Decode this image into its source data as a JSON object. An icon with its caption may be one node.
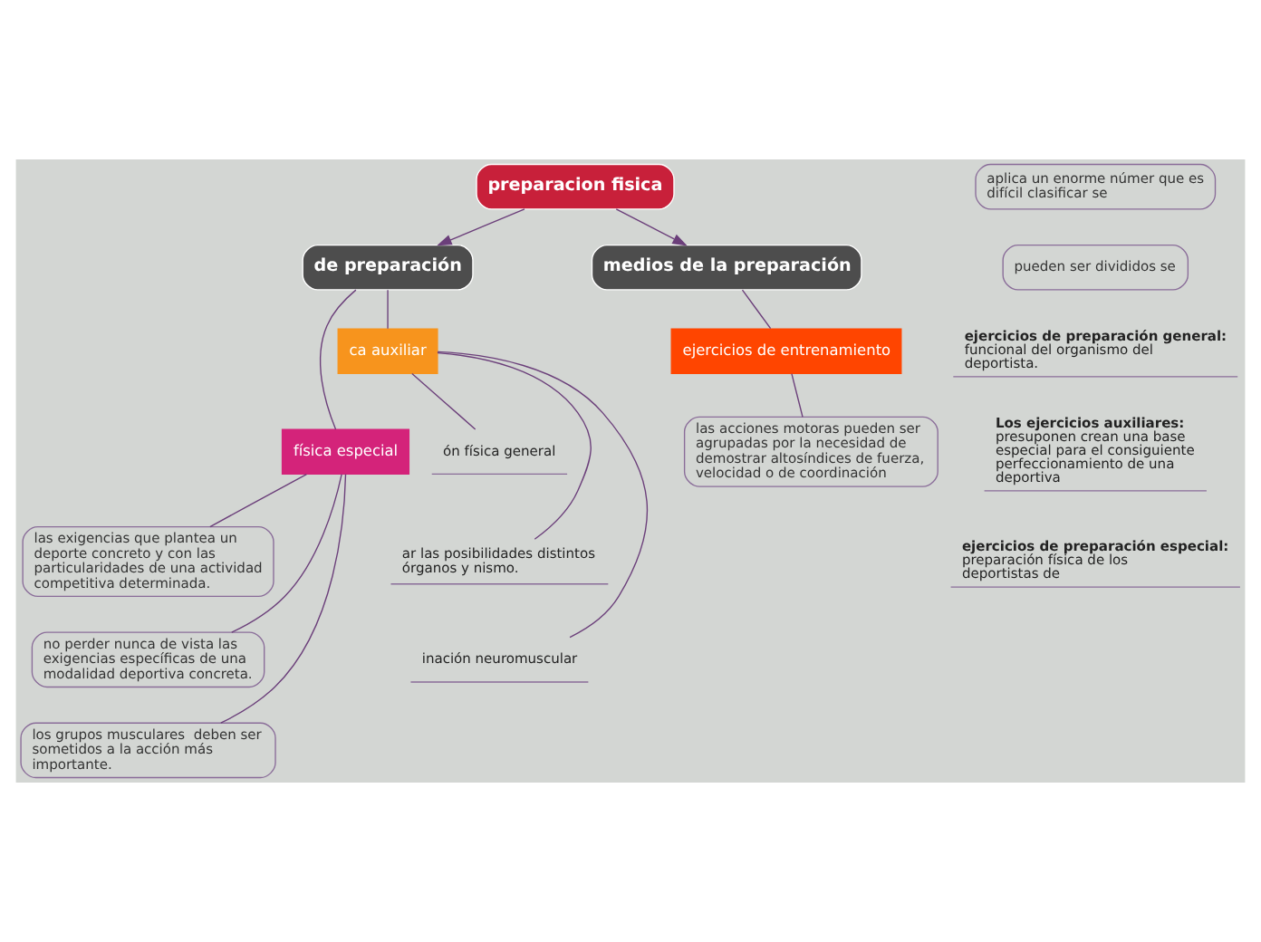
{
  "diagram": {
    "nodes": [
      {
        "text": [
          "preparacion fisica"
        ]
      },
      {
        "text": [
          "de preparación"
        ]
      },
      {
        "text": [
          "medios de la preparación"
        ]
      },
      {
        "text": [
          "ca auxiliar"
        ]
      },
      {
        "text": [
          "física especial"
        ]
      },
      {
        "text": [
          "ón física general"
        ]
      },
      {
        "text": [
          "ar las posibilidades distintos órganos y nismo."
        ]
      },
      {
        "text": [
          "inación neuromuscular"
        ]
      },
      {
        "text": [
          "las exigencias que plantea un deporte concreto y con las particularidades de una actividad competitiva determinada."
        ]
      },
      {
        "text": [
          "no perder nunca de vista las exigencias específicas de una modalidad deportiva concreta."
        ]
      },
      {
        "text": [
          "los grupos musculares  deben ser sometidos a la acción más importante."
        ]
      },
      {
        "text": [
          "ejercicios de entrenamiento"
        ]
      },
      {
        "text": [
          "las acciones motoras pueden ser agrupadas por la necesidad de demostrar altosíndices de fuerza, velocidad o de coordinación"
        ]
      },
      {
        "text": [
          "aplica un enorme númer que es difícil clasificar se"
        ]
      },
      {
        "text": [
          "pueden ser divididos se"
        ]
      },
      {
        "text": [
          "**ejercicios de preparación general:** funcional del organismo del deportista."
        ]
      },
      {
        "text": [
          "**Los ejercicios auxiliares:** presuponen crean una base especial para el consiguiente perfeccionamiento de una deportiva"
        ]
      },
      {
        "text": [
          "**ejercicios de preparación especial:** preparación física de los deportistas de"
        ]
      }
    ],
    "edges": [
      {
        "from": 0,
        "to": 1,
        "arrow": "to"
      },
      {
        "from": 0,
        "to": 2,
        "arrow": "to"
      },
      {
        "from": 1,
        "to": 3,
        "arrow": "none"
      },
      {
        "from": 1,
        "to": 4,
        "arrow": "none"
      },
      {
        "from": 3,
        "to": 5,
        "arrow": "none"
      },
      {
        "from": 3,
        "to": 6,
        "arrow": "none"
      },
      {
        "from": 3,
        "to": 7,
        "arrow": "none"
      },
      {
        "from": 4,
        "to": 8,
        "arrow": "none"
      },
      {
        "from": 4,
        "to": 9,
        "arrow": "none"
      },
      {
        "from": 4,
        "to": 10,
        "arrow": "none"
      },
      {
        "from": 2,
        "to": 11,
        "arrow": "none"
      },
      {
        "from": 11,
        "to": 12,
        "arrow": "none"
      }
    ]
  }
}
